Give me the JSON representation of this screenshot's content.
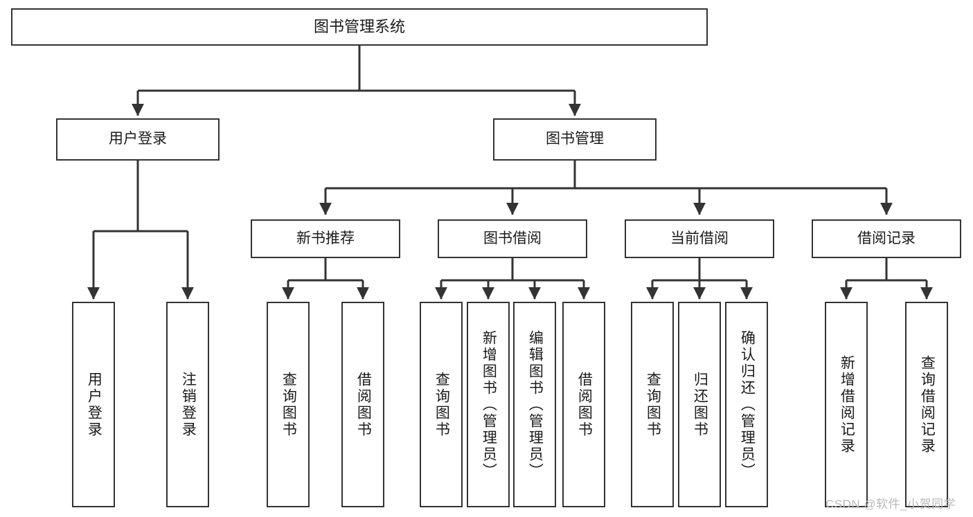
{
  "diagram": {
    "type": "tree-hierarchy",
    "title": "图书管理系统",
    "root": {
      "id": "root",
      "label": "图书管理系统"
    },
    "level2": [
      {
        "id": "user-login",
        "label": "用户登录"
      },
      {
        "id": "book-manage",
        "label": "图书管理"
      }
    ],
    "level3": [
      {
        "id": "new-book-recommend",
        "label": "新书推荐",
        "parent": "book-manage"
      },
      {
        "id": "book-borrow",
        "label": "图书借阅",
        "parent": "book-manage"
      },
      {
        "id": "current-borrow",
        "label": "当前借阅",
        "parent": "book-manage"
      },
      {
        "id": "borrow-record",
        "label": "借阅记录",
        "parent": "book-manage"
      }
    ],
    "leaves": {
      "user-login": [
        {
          "id": "leaf-user-login",
          "label": "用户登录"
        },
        {
          "id": "leaf-user-logout",
          "label": "注销登录"
        }
      ],
      "new-book-recommend": [
        {
          "id": "leaf-query-book-1",
          "label": "查询图书"
        },
        {
          "id": "leaf-borrow-book-1",
          "label": "借阅图书"
        }
      ],
      "book-borrow": [
        {
          "id": "leaf-query-book-2",
          "label": "查询图书"
        },
        {
          "id": "leaf-add-book-admin",
          "label": "新增图书（管理员）"
        },
        {
          "id": "leaf-edit-book-admin",
          "label": "编辑图书（管理员）"
        },
        {
          "id": "leaf-borrow-book-2",
          "label": "借阅图书"
        }
      ],
      "current-borrow": [
        {
          "id": "leaf-query-book-3",
          "label": "查询图书"
        },
        {
          "id": "leaf-return-book",
          "label": "归还图书"
        },
        {
          "id": "leaf-confirm-return-admin",
          "label": "确认归还（管理员）"
        }
      ],
      "borrow-record": [
        {
          "id": "leaf-add-borrow-record",
          "label": "新增借阅记录"
        },
        {
          "id": "leaf-query-borrow-record",
          "label": "查询借阅记录"
        }
      ]
    }
  },
  "watermark": {
    "text": "CSDN @软件_小贺同学"
  },
  "colors": {
    "node_border": "#333333",
    "node_fill": "#ffffff",
    "edge": "#333333",
    "text": "#1a1a1a",
    "watermark": "#b9b9b9",
    "background": "#ffffff"
  }
}
